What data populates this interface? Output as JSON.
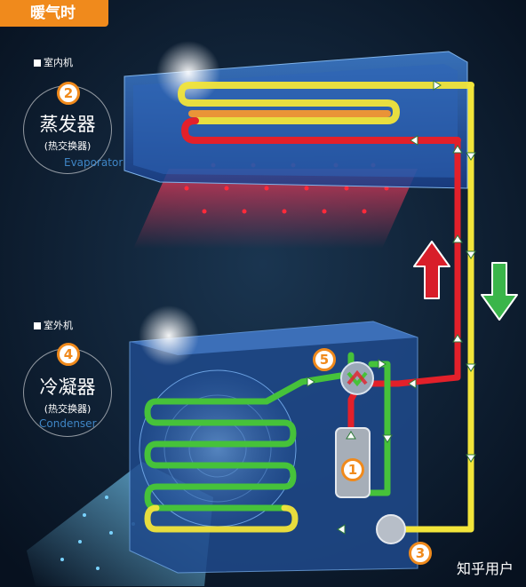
{
  "header": {
    "mode_label": "暖气时"
  },
  "indoor": {
    "unit_label": "室内机",
    "component": {
      "number": "2",
      "name": "蒸发器",
      "subtitle": "(热交换器)",
      "english": "Evaporator"
    }
  },
  "outdoor": {
    "unit_label": "室外机",
    "component": {
      "number": "4",
      "name": "冷凝器",
      "subtitle": "(热交换器)",
      "english": "Condenser"
    }
  },
  "markers": {
    "compressor": "1",
    "expansion_valve": "3",
    "four_way_valve": "5"
  },
  "colors": {
    "hot_pipe": "#e3202a",
    "cold_pipe": "#f2e53a",
    "mid_pipe": "#46c23a",
    "badge": "#f08a1c",
    "arrow_up": "#d81e2a",
    "arrow_down": "#3ab54a"
  },
  "icons": [
    "up-arrow-icon",
    "down-arrow-icon",
    "flow-arrow-icon"
  ],
  "watermark": "知乎用户"
}
